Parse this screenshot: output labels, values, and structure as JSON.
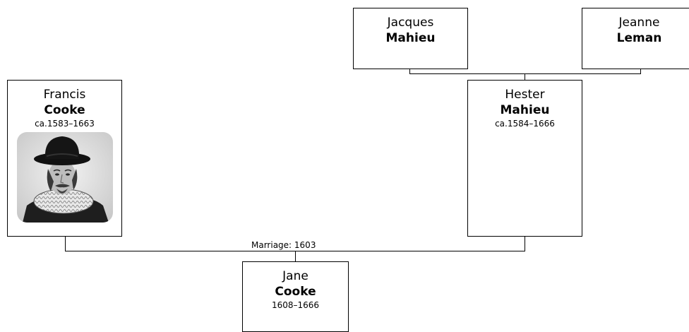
{
  "people": {
    "jacques": {
      "given": "Jacques",
      "surname": "Mahieu",
      "dates": ""
    },
    "jeanne": {
      "given": "Jeanne",
      "surname": "Leman",
      "dates": ""
    },
    "francis": {
      "given": "Francis",
      "surname": "Cooke",
      "dates": "ca.1583–1663",
      "portrait": "portrait-engraving"
    },
    "hester": {
      "given": "Hester",
      "surname": "Mahieu",
      "dates": "ca.1584–1666"
    },
    "jane": {
      "given": "Jane",
      "surname": "Cooke",
      "dates": "1608–1666"
    }
  },
  "marriage": {
    "label": "Marriage: 1603"
  },
  "colors": {
    "line": "#000000",
    "box_border": "#000000",
    "background": "#ffffff"
  }
}
